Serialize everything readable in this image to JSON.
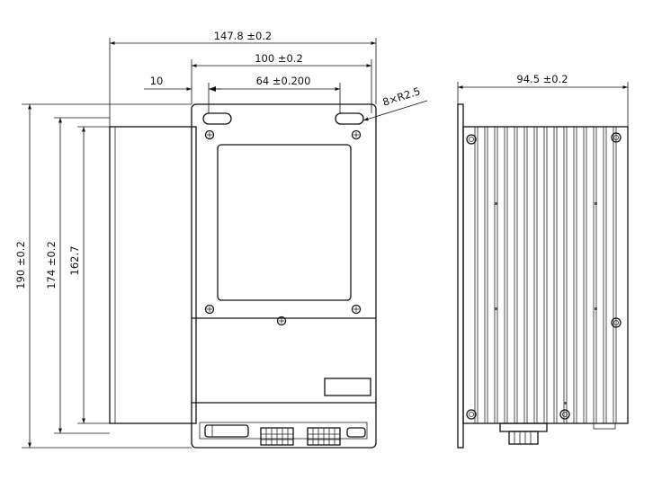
{
  "dimensions": {
    "overall_width": "147.8 ±0.2",
    "mount_pitch_100": "100 ±0.2",
    "offset_10": "10",
    "slot_pitch_64": "64 ±0.200",
    "hole_callout": "8×R2.5",
    "height_190": "190 ±0.2",
    "height_174": "174 ±0.2",
    "height_162_7": "162.7",
    "side_depth": "94.5 ±0.2"
  }
}
